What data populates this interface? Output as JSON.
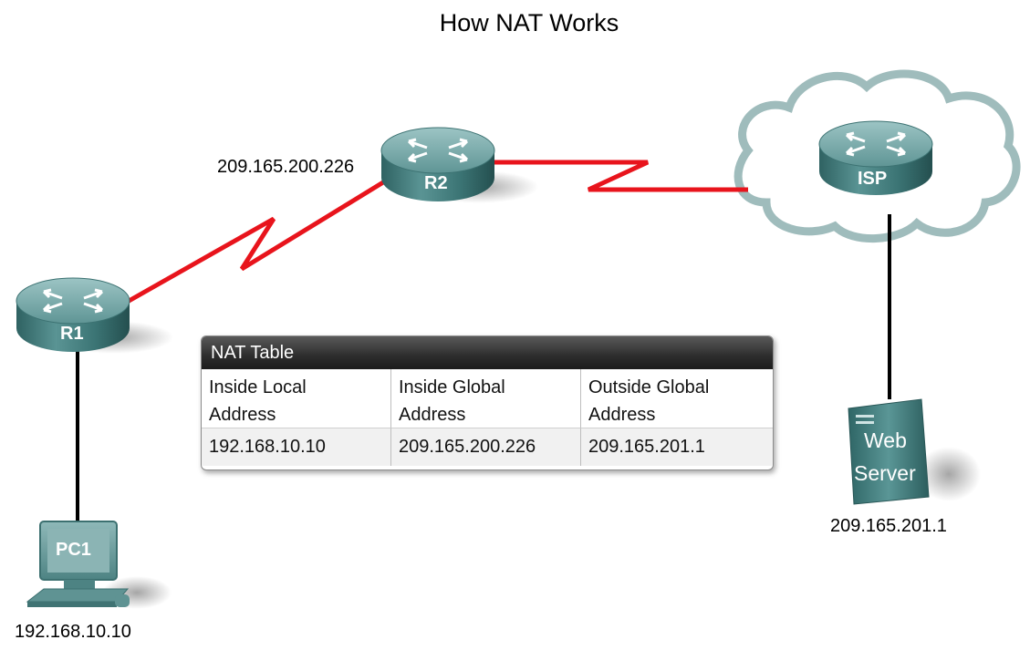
{
  "title": "How NAT Works",
  "devices": {
    "r1": {
      "label": "R1"
    },
    "r2": {
      "label": "R2",
      "address": "209.165.200.226"
    },
    "isp": {
      "label": "ISP"
    },
    "pc1": {
      "label": "PC1",
      "address": "192.168.10.10"
    },
    "web_server": {
      "label_line1": "Web",
      "label_line2": "Server",
      "address": "209.165.201.1"
    }
  },
  "nat_table": {
    "title": "NAT Table",
    "headers": [
      {
        "line1": "Inside Local",
        "line2": "Address"
      },
      {
        "line1": "Inside Global",
        "line2": "Address"
      },
      {
        "line1": "Outside Global",
        "line2": "Address"
      }
    ],
    "row": [
      "192.168.10.10",
      "209.165.200.226",
      "209.165.201.1"
    ]
  },
  "colors": {
    "serial_link": "#e8141c",
    "ethernet_link": "#000000",
    "router_top": "#b7d6d6",
    "router_body": "#3f7878",
    "cloud_stroke": "#8fb0b0",
    "nat_header": "#2d2d2d"
  }
}
